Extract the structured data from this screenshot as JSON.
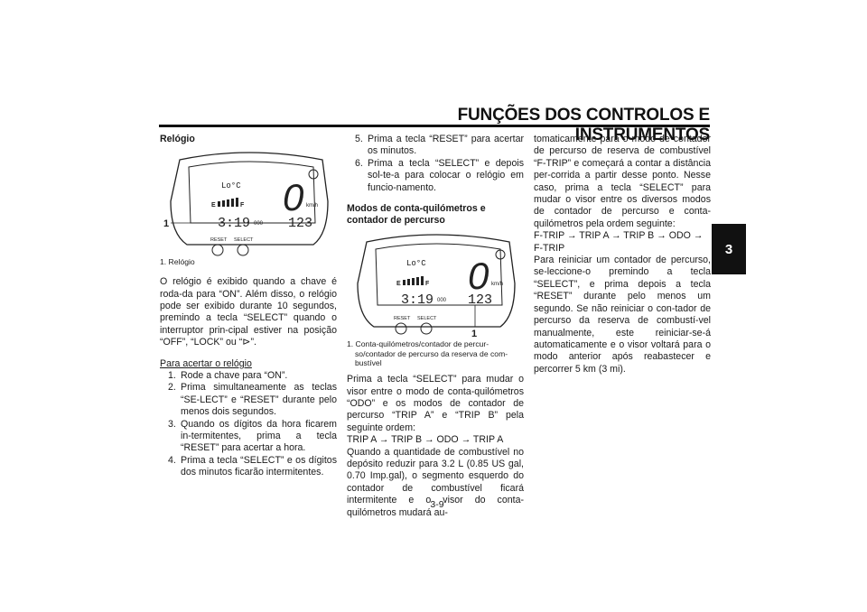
{
  "header": {
    "title": "FUNÇÕES DOS CONTROLOS E INSTRUMENTOS",
    "chapter": "3",
    "page": "3-9"
  },
  "col1": {
    "heading": "Relógio",
    "figure": {
      "callout": "1",
      "lcd_temp": "Lo°C",
      "lcd_fuel_e": "E",
      "lcd_fuel_f": "F",
      "lcd_speed": "0",
      "lcd_unit": "km/h",
      "lcd_clock": "3:19",
      "lcd_odo_small": "000",
      "lcd_odo": "123",
      "btn_reset": "RESET",
      "btn_select": "SELECT"
    },
    "caption": "1. Relógio",
    "body": "O relógio é exibido quando a chave é roda-da para “ON”. Além disso, o relógio pode ser exibido durante 10 segundos, premindo a tecla “SELECT” quando o interruptor prin-cipal estiver na posição “OFF”, “LOCK” ou “",
    "body_end": "”.",
    "subheading": "Para acertar o relógio",
    "steps": [
      {
        "n": "1.",
        "text": "Rode a chave para “ON”."
      },
      {
        "n": "2.",
        "text": "Prima simultaneamente as teclas “SE-LECT” e “RESET” durante pelo menos dois segundos."
      },
      {
        "n": "3.",
        "text": "Quando os dígitos da hora ficarem in-termitentes, prima a tecla “RESET” para acertar a hora."
      },
      {
        "n": "4.",
        "text": "Prima a tecla “SELECT” e os dígitos dos minutos ficarão intermitentes."
      }
    ]
  },
  "col2": {
    "steps": [
      {
        "n": "5.",
        "text": "Prima a tecla “RESET” para acertar os minutos."
      },
      {
        "n": "6.",
        "text": "Prima a tecla “SELECT” e depois sol-te-a para colocar o relógio em funcio-namento."
      }
    ],
    "heading": "Modos de conta-quilómetros e contador de percurso",
    "figure": {
      "callout": "1"
    },
    "caption_line1": "1. Conta-quilómetros/contador de percur-",
    "caption_line2": "so/contador de percurso da reserva de com-",
    "caption_line3": "bustível",
    "body": "Prima a tecla “SELECT” para mudar o visor entre o modo de conta-quilómetros “ODO” e os modos de contador de percurso “TRIP A” e “TRIP B” pela seguinte ordem:",
    "sequence": "TRIP A → TRIP B → ODO → TRIP A",
    "body2": "Quando a quantidade de combustível no depósito reduzir para 3.2 L (0.85 US gal, 0.70 Imp.gal), o segmento esquerdo do contador de combustível ficará intermitente e o visor do conta-quilómetros mudará au-"
  },
  "col3": {
    "body": "tomaticamente para o modo de contador de percurso de reserva de combustível “F-TRIP” e começará a contar a distância per-corrida a partir desse ponto. Nesse caso, prima a tecla “SELECT” para mudar o visor entre os diversos modos de contador de percurso e conta-quilómetros pela ordem seguinte:",
    "sequence": "F-TRIP → TRIP A → TRIP B → ODO → F-TRIP",
    "body2": "Para reiniciar um contador de percurso, se-leccione-o premindo a tecla “SELECT”, e prima depois a tecla “RESET” durante pelo menos um segundo. Se não reiniciar o con-tador de percurso da reserva de combustí-vel manualmente, este reiniciar-se-á automaticamente e o visor voltará para o modo anterior após reabastecer e percorrer 5 km (3 mi)."
  }
}
